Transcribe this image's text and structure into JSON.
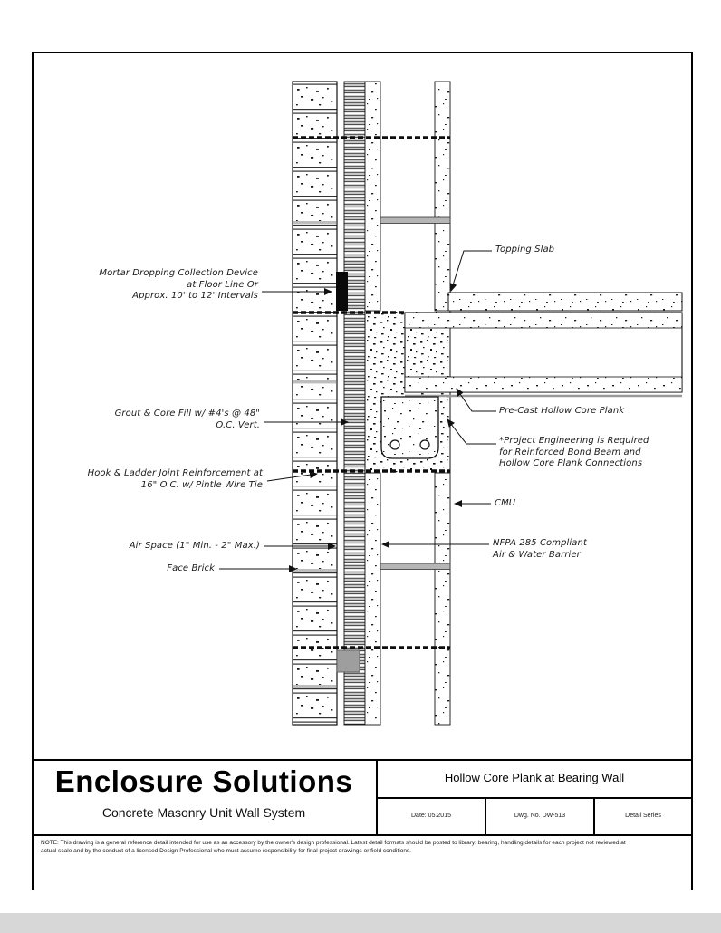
{
  "drawing": {
    "annotations_left": [
      {
        "lines": [
          "Mortar Dropping Collection Device",
          "at Floor Line Or",
          "Approx. 10' to 12' Intervals"
        ]
      },
      {
        "lines": [
          "Grout & Core Fill w/ #4's @ 48\"",
          "O.C. Vert."
        ]
      },
      {
        "lines": [
          "Hook & Ladder Joint Reinforcement at",
          "16\" O.C. w/ Pintle Wire Tie"
        ]
      },
      {
        "lines": [
          "Air Space (1\" Min. - 2\" Max.)"
        ]
      },
      {
        "lines": [
          "Face Brick"
        ]
      }
    ],
    "annotations_right": [
      {
        "lines": [
          "Topping Slab"
        ]
      },
      {
        "lines": [
          "Pre-Cast Hollow Core Plank"
        ]
      },
      {
        "lines": [
          "*Project Engineering is Required",
          "for Reinforced Bond Beam and",
          "Hollow Core Plank Connections"
        ]
      },
      {
        "lines": [
          "CMU"
        ]
      },
      {
        "lines": [
          "NFPA 285 Compliant",
          "Air & Water Barrier"
        ]
      }
    ]
  },
  "title_block": {
    "company": "Enclosure Solutions",
    "system": "Concrete Masonry Unit Wall System",
    "sheet_title": "Hollow Core Plank at Bearing Wall",
    "cells": [
      "Date: 05.2015",
      "Dwg. No. DW-513",
      "Detail Series"
    ]
  },
  "notes": [
    "NOTE: This drawing is a general reference detail intended for use as an accessory by the owner's design professional. Latest detail formats should be posted to library; bearing, handling details for each project not reviewed at",
    "actual scale and by the conduct of a licensed Design Professional who must assume responsibility for final project drawings or field conditions."
  ]
}
